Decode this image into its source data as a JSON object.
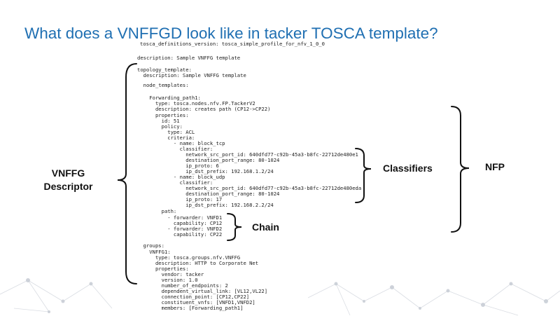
{
  "slide": {
    "title": "What does a VNFFGD look like in tacker TOSCA template?",
    "labels": {
      "vnffg_descriptor_line1": "VNFFG",
      "vnffg_descriptor_line2": "Descriptor",
      "classifiers": "Classifiers",
      "nfp": "NFP",
      "chain": "Chain"
    },
    "code_lines": [
      "tosca_definitions_version: tosca_simple_profile_for_nfv_1_0_0",
      "description: Sample VNFFG template",
      "topology_template:",
      "  description: Sample VNFFG template",
      "  node_templates:",
      "    Forwarding_path1:",
      "      type: tosca.nodes.nfv.FP.TackerV2",
      "      description: creates path (CP12->CP22)",
      "      properties:",
      "        id: 51",
      "        policy:",
      "          type: ACL",
      "          criteria:",
      "            - name: block_tcp",
      "              classifier:",
      "                network_src_port_id: 640dfd77-c92b-45a3-b8fc-22712de480e1",
      "                destination_port_range: 80-1024",
      "                ip_proto: 6",
      "                ip_dst_prefix: 192.168.1.2/24",
      "            - name: block_udp",
      "              classifier:",
      "                network_src_port_id: 640dfd77-c92b-45a3-b8fc-22712de480eda",
      "                destination_port_range: 80-1024",
      "                ip_proto: 17",
      "                ip_dst_prefix: 192.168.2.2/24",
      "        path:",
      "          - forwarder: VNFD1",
      "            capability: CP12",
      "          - forwarder: VNFD2",
      "            capability: CP22",
      "  groups:",
      "    VNFFG1:",
      "      type: tosca.groups.nfv.VNFFG",
      "      description: HTTP to Corporate Net",
      "      properties:",
      "        vendor: tacker",
      "        version: 1.0",
      "        number_of_endpoints: 2",
      "        dependent_virtual_link: [VL12,VL22]",
      "        connection_point: [CP12,CP22]",
      "        constituent_vnfs: [VNFD1,VNFD2]",
      "        members: [Forwarding_path1]"
    ]
  },
  "colors": {
    "title": "#1f6fb2",
    "text": "#222222",
    "brace": "#111111",
    "network_bg": "#c9ced6"
  }
}
